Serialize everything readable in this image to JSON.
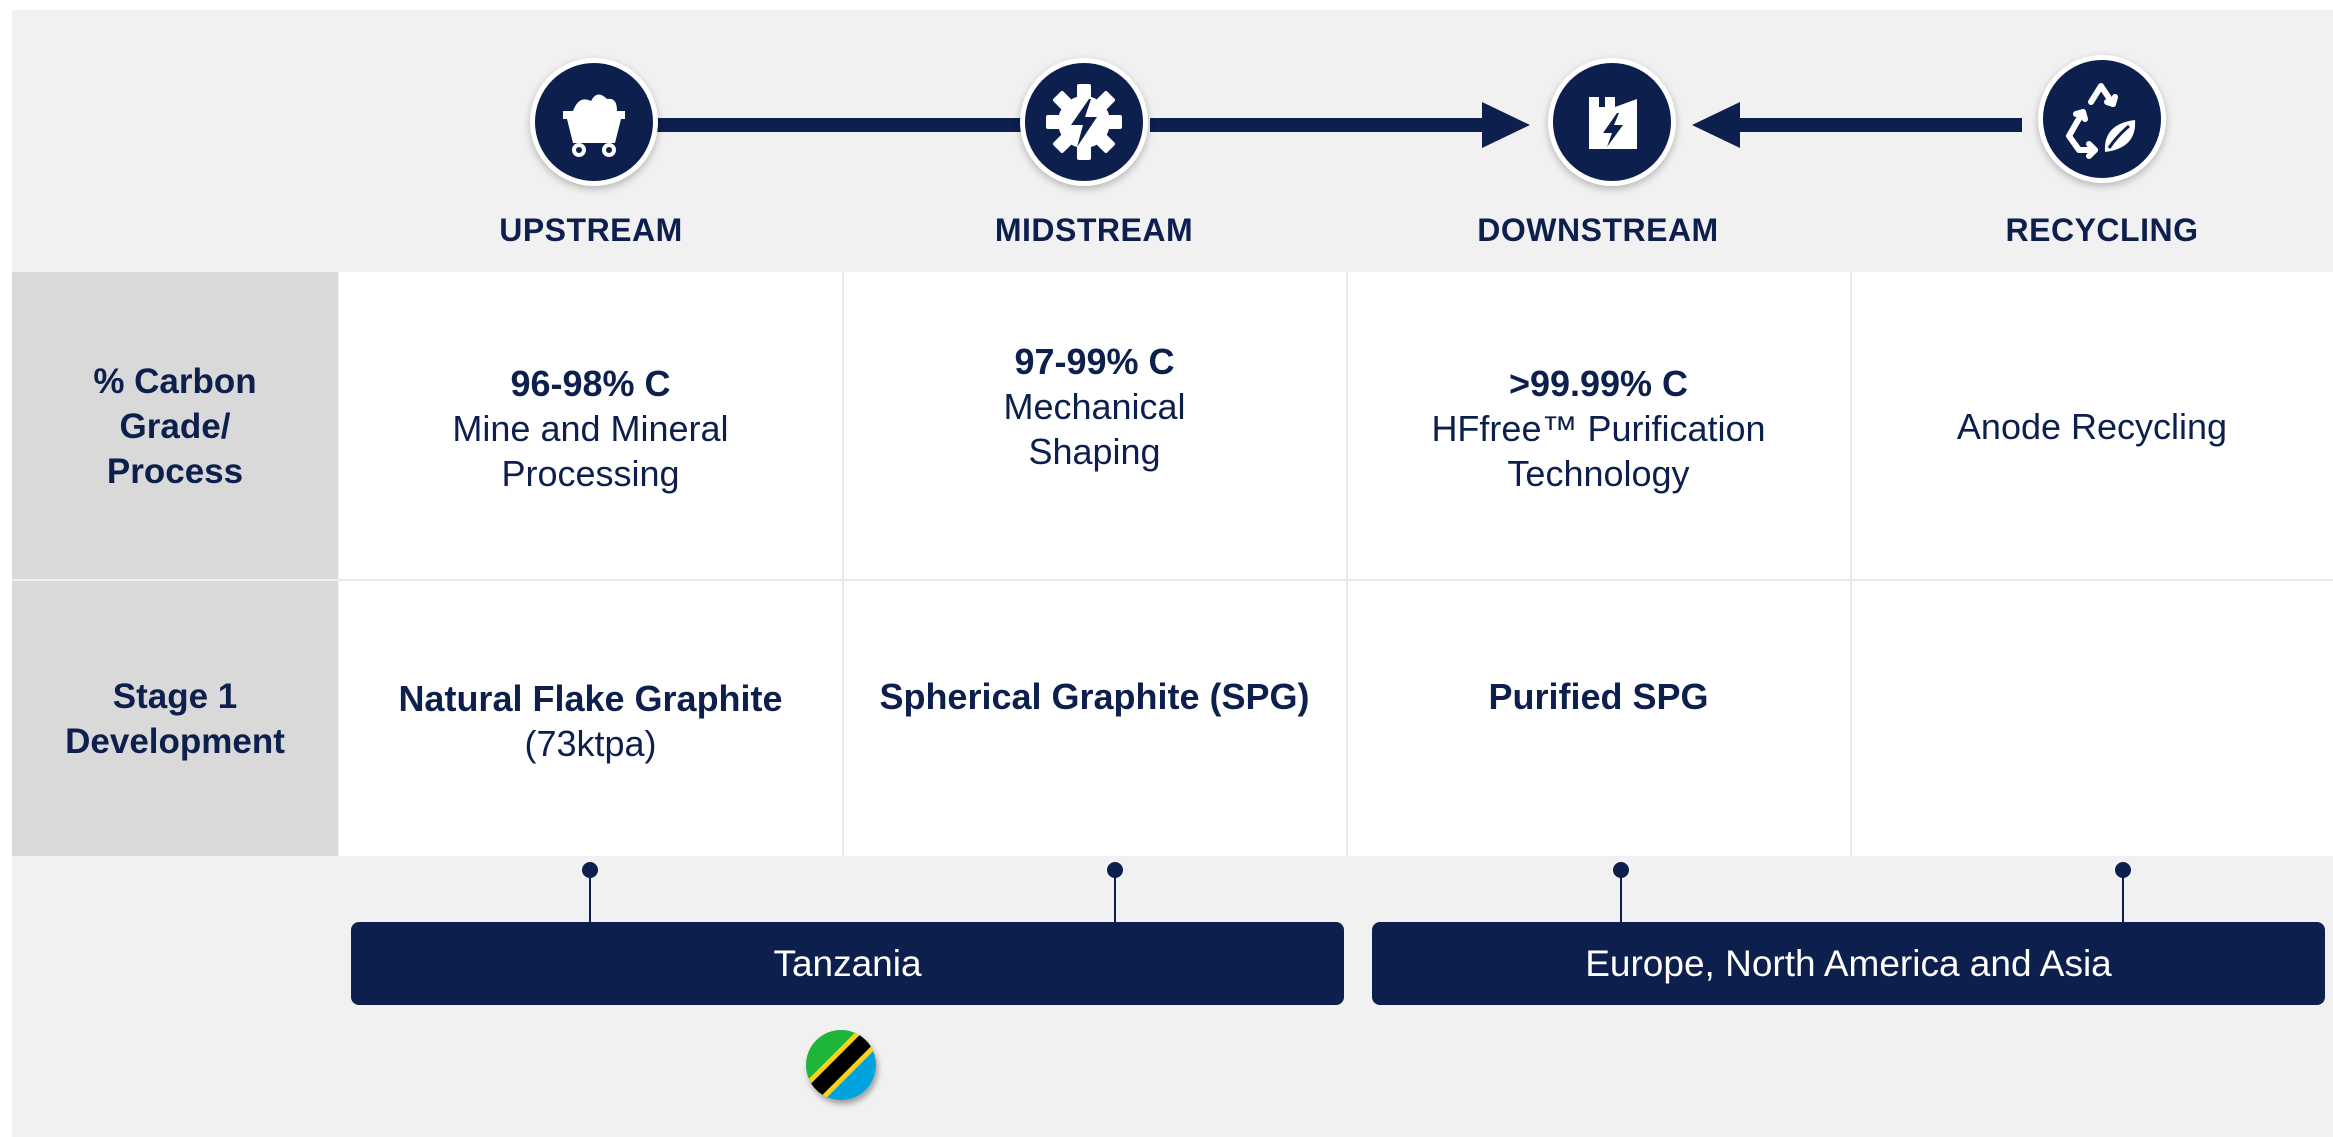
{
  "stages": [
    {
      "label": "UPSTREAM",
      "icon": "mine-cart-icon"
    },
    {
      "label": "MIDSTREAM",
      "icon": "gear-bolt-icon"
    },
    {
      "label": "DOWNSTREAM",
      "icon": "factory-bolt-icon"
    },
    {
      "label": "RECYCLING",
      "icon": "recycle-leaf-icon"
    }
  ],
  "rows": {
    "grade_header": "% Carbon Grade/ Process",
    "stage1_header": "Stage 1 Development"
  },
  "grade": [
    {
      "title": "96-98% C",
      "desc": "Mine and Mineral Processing"
    },
    {
      "title": "97-99% C",
      "desc": "Mechanical Shaping"
    },
    {
      "title": ">99.99% C",
      "desc": "HFfree™ Purification Technology"
    },
    {
      "title": "",
      "desc": "Anode Recycling"
    }
  ],
  "stage1": [
    {
      "title": "Natural Flake Graphite",
      "desc": "(73ktpa)"
    },
    {
      "title": "Spherical Graphite (SPG)",
      "desc": ""
    },
    {
      "title": "Purified SPG",
      "desc": ""
    },
    {
      "title": "",
      "desc": ""
    }
  ],
  "regions": {
    "left": "Tanzania",
    "right": "Europe, North America and Asia"
  },
  "flag_icon": "tanzania-flag-icon",
  "colors": {
    "navy": "#0c1f4d",
    "background": "#f1f1f2",
    "row_header": "#d9d9d9",
    "flag_green": "#1eb53a",
    "flag_blue": "#00a3dd",
    "flag_yellow": "#fcd116"
  }
}
